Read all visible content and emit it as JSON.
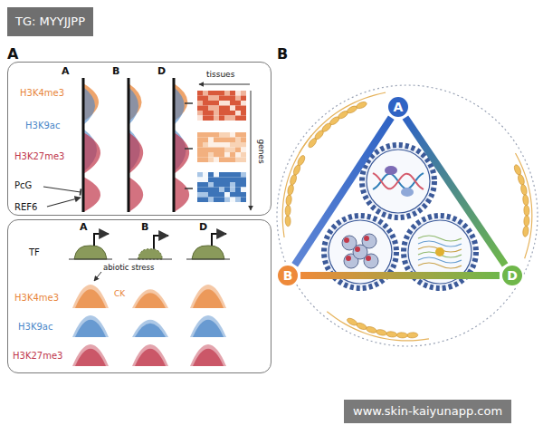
{
  "diagram": {
    "nodes": [
      {
        "text": [
          "A",
          "B",
          "D",
          "H3K4me3",
          "H3K9ac",
          "H3K27me3",
          "PcG",
          "REF6",
          "tissues",
          "genes"
        ]
      },
      {
        "text": [
          "A",
          "B",
          "D",
          "TF",
          "abiotic stress",
          "CK",
          "H3K4me3",
          "H3K9ac",
          "H3K27me3"
        ]
      },
      {
        "text": [
          "A"
        ]
      },
      {
        "text": [
          "B"
        ]
      },
      {
        "text": [
          "D"
        ]
      }
    ],
    "edges": [
      {
        "from": 2,
        "to": 3,
        "arrow": "none"
      },
      {
        "from": 3,
        "to": 4,
        "arrow": "none"
      },
      {
        "from": 4,
        "to": 2,
        "arrow": "none"
      }
    ],
    "labels": [
      "TG: MYYJJPP",
      "A",
      "B",
      "www.skin-kaiyunapp.com"
    ]
  }
}
